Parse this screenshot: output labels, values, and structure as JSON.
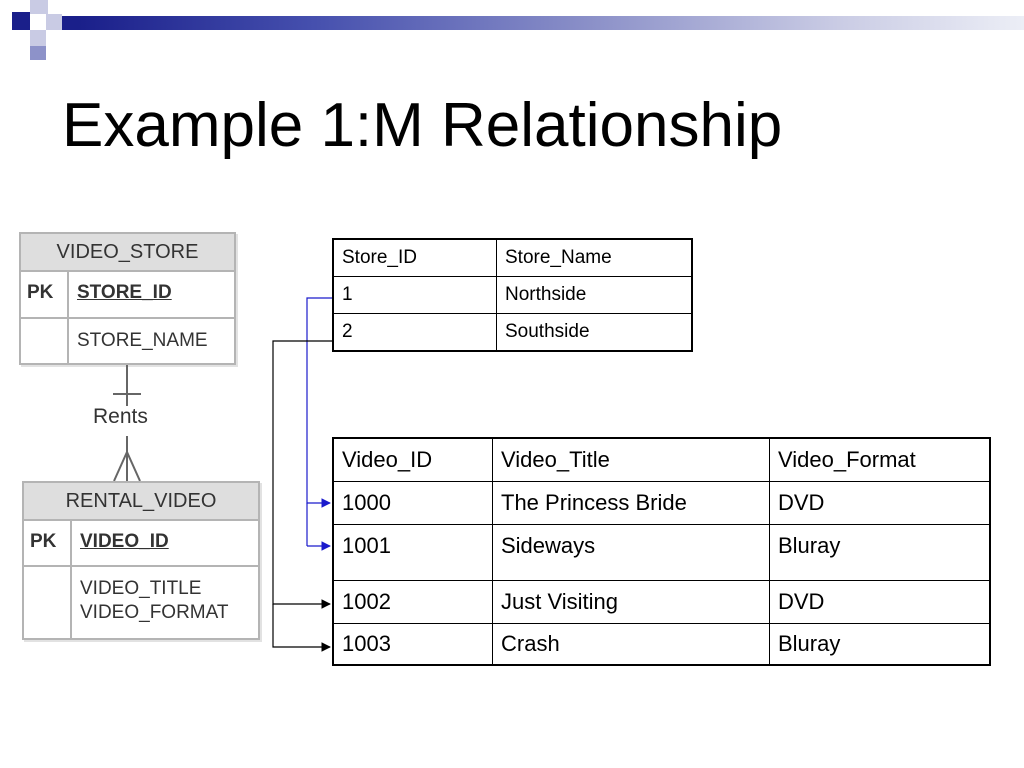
{
  "slide": {
    "title": "Example 1:M Relationship",
    "accent_colors": {
      "dark_blue": "#1a1f8a",
      "light_blue": "#c9cbe4",
      "link_blue": "#1a1acc"
    }
  },
  "erd": {
    "video_store": {
      "name": "VIDEO_STORE",
      "key_label": "PK",
      "pk": "STORE_ID",
      "attributes": [
        "STORE_NAME"
      ]
    },
    "relationship": {
      "label": "Rents"
    },
    "rental_video": {
      "name": "RENTAL_VIDEO",
      "key_label": "PK",
      "pk": "VIDEO_ID",
      "attributes": [
        "VIDEO_TITLE",
        "VIDEO_FORMAT"
      ]
    }
  },
  "store_table": {
    "columns": [
      "Store_ID",
      "Store_Name"
    ],
    "rows": [
      [
        "1",
        "Northside"
      ],
      [
        "2",
        "Southside"
      ]
    ]
  },
  "video_table": {
    "columns": [
      "Video_ID",
      "Video_Title",
      "Video_Format"
    ],
    "rows": [
      [
        "1000",
        "The Princess Bride",
        "DVD"
      ],
      [
        "1001",
        "Sideways",
        "Bluray"
      ],
      [
        "1002",
        "Just Visiting",
        "DVD"
      ],
      [
        "1003",
        "Crash",
        "Bluray"
      ]
    ]
  }
}
